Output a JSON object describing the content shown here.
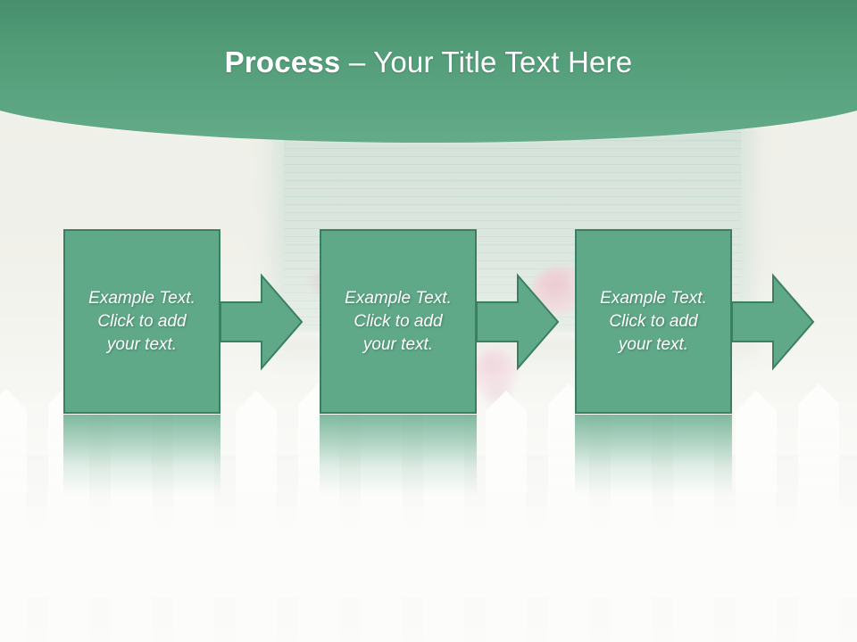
{
  "slide": {
    "title_strong": "Process",
    "title_separator": " – ",
    "title_rest": "Your Title Text Here"
  },
  "theme": {
    "accent_green": "#5FA888",
    "accent_green_dark": "#3B7F62",
    "header_gradient_top": "#2C6F51",
    "header_gradient_bottom": "#63AB89",
    "header_underline": "#A9C9B7",
    "background_cream": "#F1F1EB",
    "text_on_accent": "#FFFFFF"
  },
  "diagram": {
    "type": "process-flow",
    "steps": [
      {
        "label": "Example Text.\nClick  to add\nyour text."
      },
      {
        "label": "Example Text.\nClick  to add\nyour text."
      },
      {
        "label": "Example Text.\nClick  to add\nyour text."
      }
    ],
    "connectors": [
      {
        "name": "arrow-1"
      },
      {
        "name": "arrow-2"
      },
      {
        "name": "arrow-3"
      }
    ]
  }
}
